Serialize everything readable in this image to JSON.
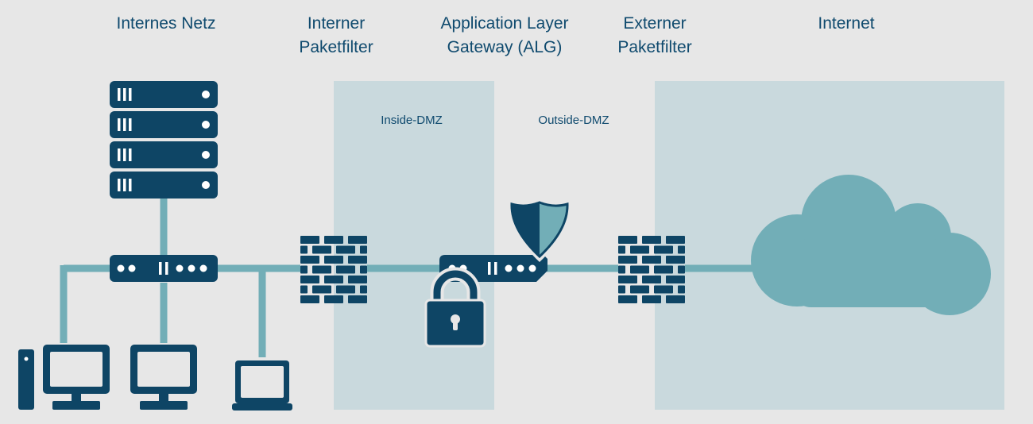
{
  "headings": {
    "internal_network": "Internes Netz",
    "internal_filter_line1": "Interner",
    "internal_filter_line2": "Paketfilter",
    "alg_line1": "Application Layer",
    "alg_line2": "Gateway (ALG)",
    "external_filter_line1": "Externer",
    "external_filter_line2": "Paketfilter",
    "internet": "Internet"
  },
  "zones": {
    "inside_dmz": "Inside-DMZ",
    "outside_dmz": "Outside-DMZ"
  },
  "colors": {
    "background": "#e7e7e7",
    "zone_fill": "#c9d9dd",
    "icon_dark": "#0e4565",
    "connector": "#72aeb7",
    "cloud": "#72aeb7",
    "text": "#0f4a6e"
  },
  "icons": [
    "server-stack-icon",
    "network-switch-icon",
    "desktop-computer-icon",
    "laptop-icon",
    "firewall-icon",
    "gateway-device-icon",
    "lock-icon",
    "shield-icon",
    "cloud-icon"
  ]
}
